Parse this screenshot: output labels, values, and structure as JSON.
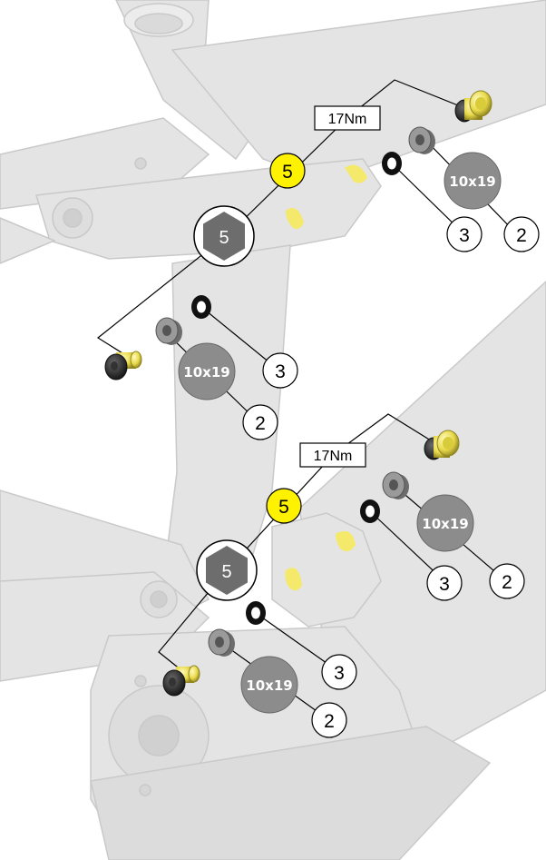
{
  "colors": {
    "frame": "#e4e4e4",
    "frame_edge": "#c9c9c9",
    "frame_shadow": "#d3d3d3",
    "part_yellow": "#f4e96b",
    "hex_gray": "#6d6d6d",
    "spacer_gray": "#8c8c8c",
    "callout_yellow": "#fff200",
    "ink": "#000000",
    "white": "#ffffff"
  },
  "upper_assembly": {
    "torque_label": "17Nm",
    "bolt_number": "5",
    "hex_key_size": "5",
    "spacer_size_right": "10x19",
    "spacer_size_left": "10x19",
    "washer_callout_right": "3",
    "spacer_callout_right": "2",
    "washer_callout_left": "3",
    "spacer_callout_left": "2"
  },
  "lower_assembly": {
    "torque_label": "17Nm",
    "bolt_number": "5",
    "hex_key_size": "5",
    "spacer_size_right": "10x19",
    "spacer_size_left": "10x19",
    "washer_callout_right": "3",
    "spacer_callout_right": "2",
    "washer_callout_left": "3",
    "spacer_callout_left": "2"
  }
}
